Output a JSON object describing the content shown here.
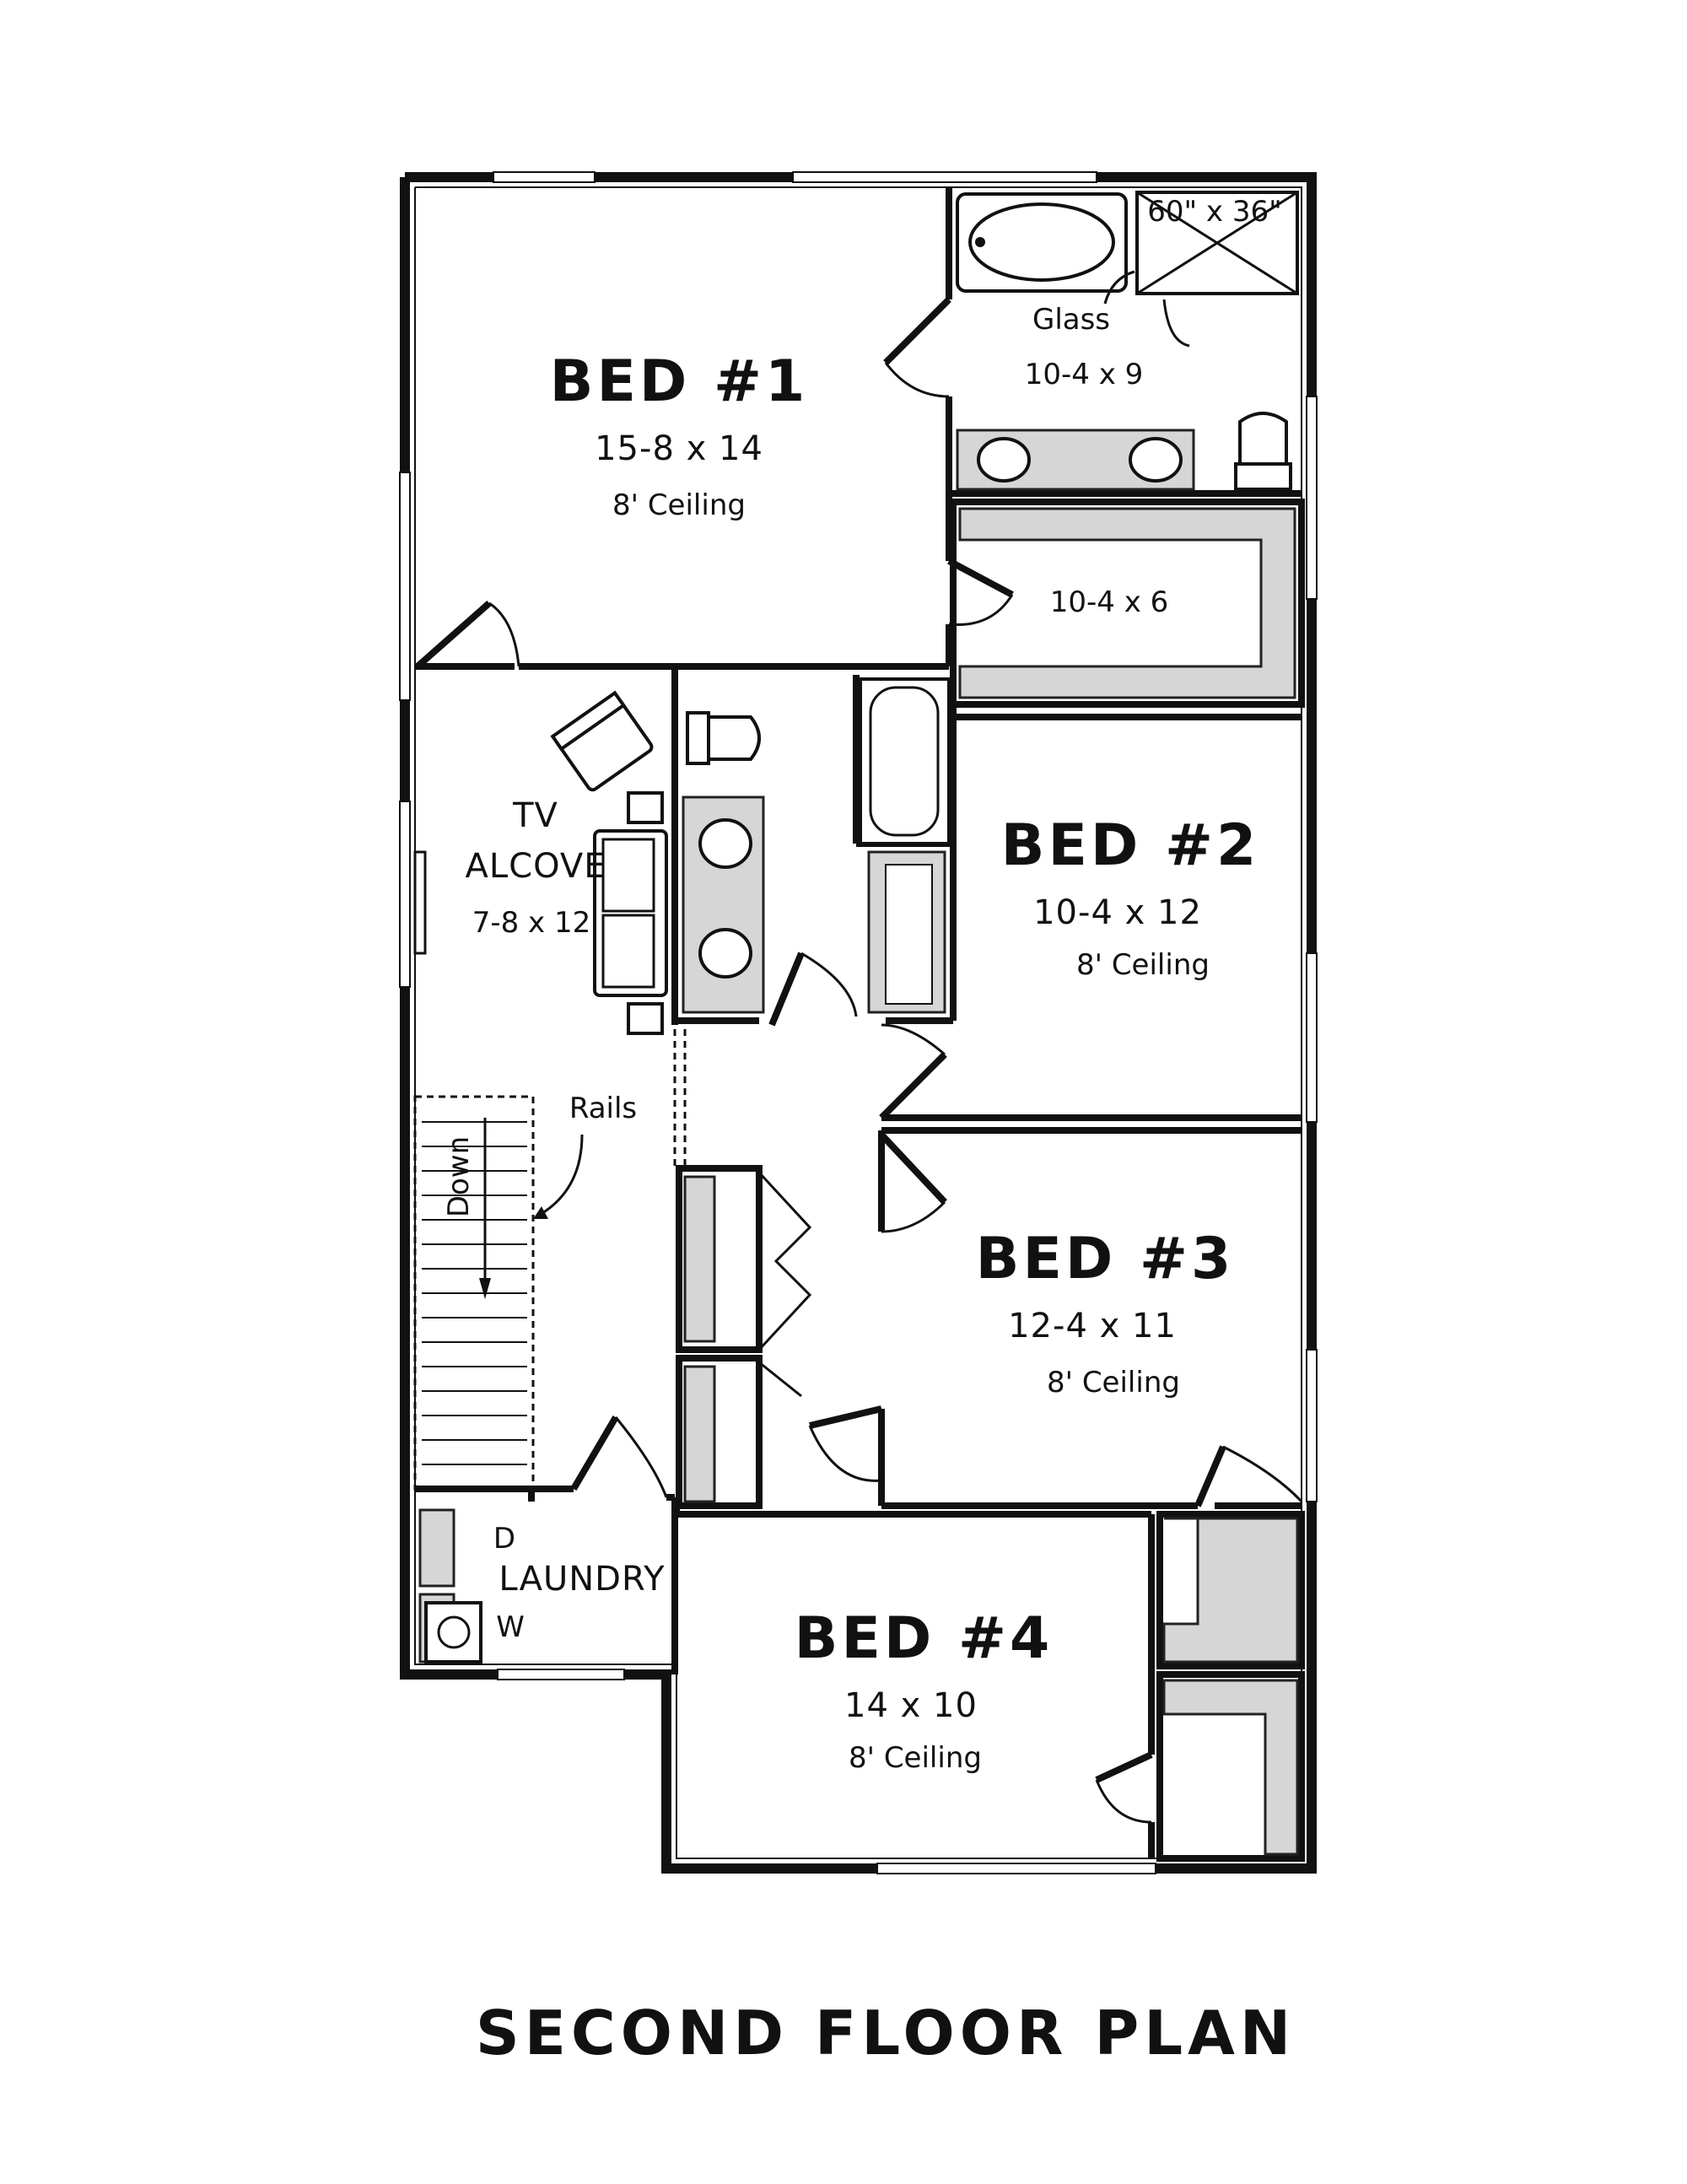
{
  "plan_title": "SECOND FLOOR PLAN",
  "rooms": {
    "bed1": {
      "name": "BED #1",
      "size": "15-8 x 14",
      "ceiling": "8' Ceiling"
    },
    "master_bath": {
      "size": "10-4 x 9",
      "glass_note": "Glass",
      "shower_size": "60\" x 36\""
    },
    "closet": {
      "size": "10-4 x 6"
    },
    "tv_alcove": {
      "name_line1": "TV",
      "name_line2": "ALCOVE",
      "size": "7-8 x 12"
    },
    "bed2": {
      "name": "BED #2",
      "size": "10-4 x 12",
      "ceiling": "8' Ceiling"
    },
    "bed3": {
      "name": "BED #3",
      "size": "12-4 x 11",
      "ceiling": "8' Ceiling"
    },
    "bed4": {
      "name": "BED #4",
      "size": "14 x 10",
      "ceiling": "8' Ceiling"
    },
    "laundry": {
      "name": "LAUNDRY",
      "dryer": "D",
      "washer": "W"
    }
  },
  "stairs": {
    "direction": "Down",
    "rails_note": "Rails"
  }
}
